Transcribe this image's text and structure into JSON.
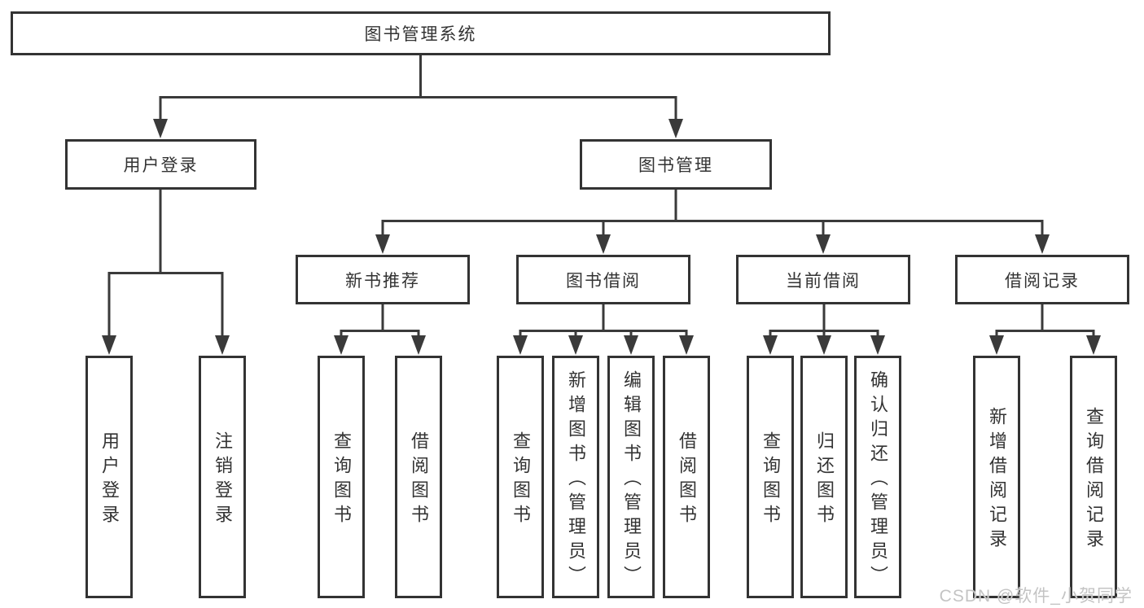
{
  "diagram": {
    "root": "图书管理系统",
    "user_login": {
      "label": "用户登录",
      "children": [
        "用户登录",
        "注销登录"
      ]
    },
    "book_management": {
      "label": "图书管理",
      "sections": {
        "new_book_recommend": {
          "label": "新书推荐",
          "children": [
            "查询图书",
            "借阅图书"
          ]
        },
        "book_borrowing": {
          "label": "图书借阅",
          "children": [
            "查询图书",
            "新增图书（管理员）",
            "编辑图书（管理员）",
            "借阅图书"
          ]
        },
        "current_borrowing": {
          "label": "当前借阅",
          "children": [
            "查询图书",
            "归还图书",
            "确认归还（管理员）"
          ]
        },
        "borrowing_records": {
          "label": "借阅记录",
          "children": [
            "新增借阅记录",
            "查询借阅记录"
          ]
        }
      }
    }
  },
  "watermark": "CSDN @软件_小贺同学",
  "colors": {
    "line": "#3a3a3a",
    "box_border": "#333333",
    "text": "#333333",
    "watermark": "#c4c4c4",
    "background": "#ffffff"
  }
}
